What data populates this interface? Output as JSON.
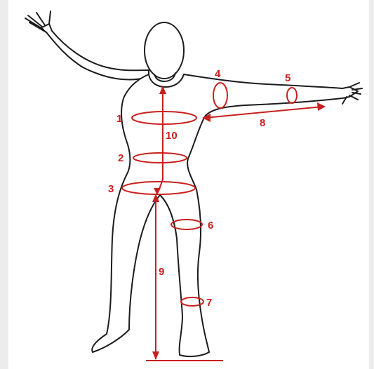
{
  "colors": {
    "background": "#ececec",
    "panel": "#ffffff",
    "outline": "#1c1c1c",
    "measure": "#c8201e"
  },
  "labels": {
    "chest": "1",
    "waist": "2",
    "hip": "3",
    "bicep": "4",
    "forearm": "5",
    "thigh": "6",
    "calf": "7",
    "arm_length": "8",
    "inseam": "9",
    "torso_length": "10"
  }
}
